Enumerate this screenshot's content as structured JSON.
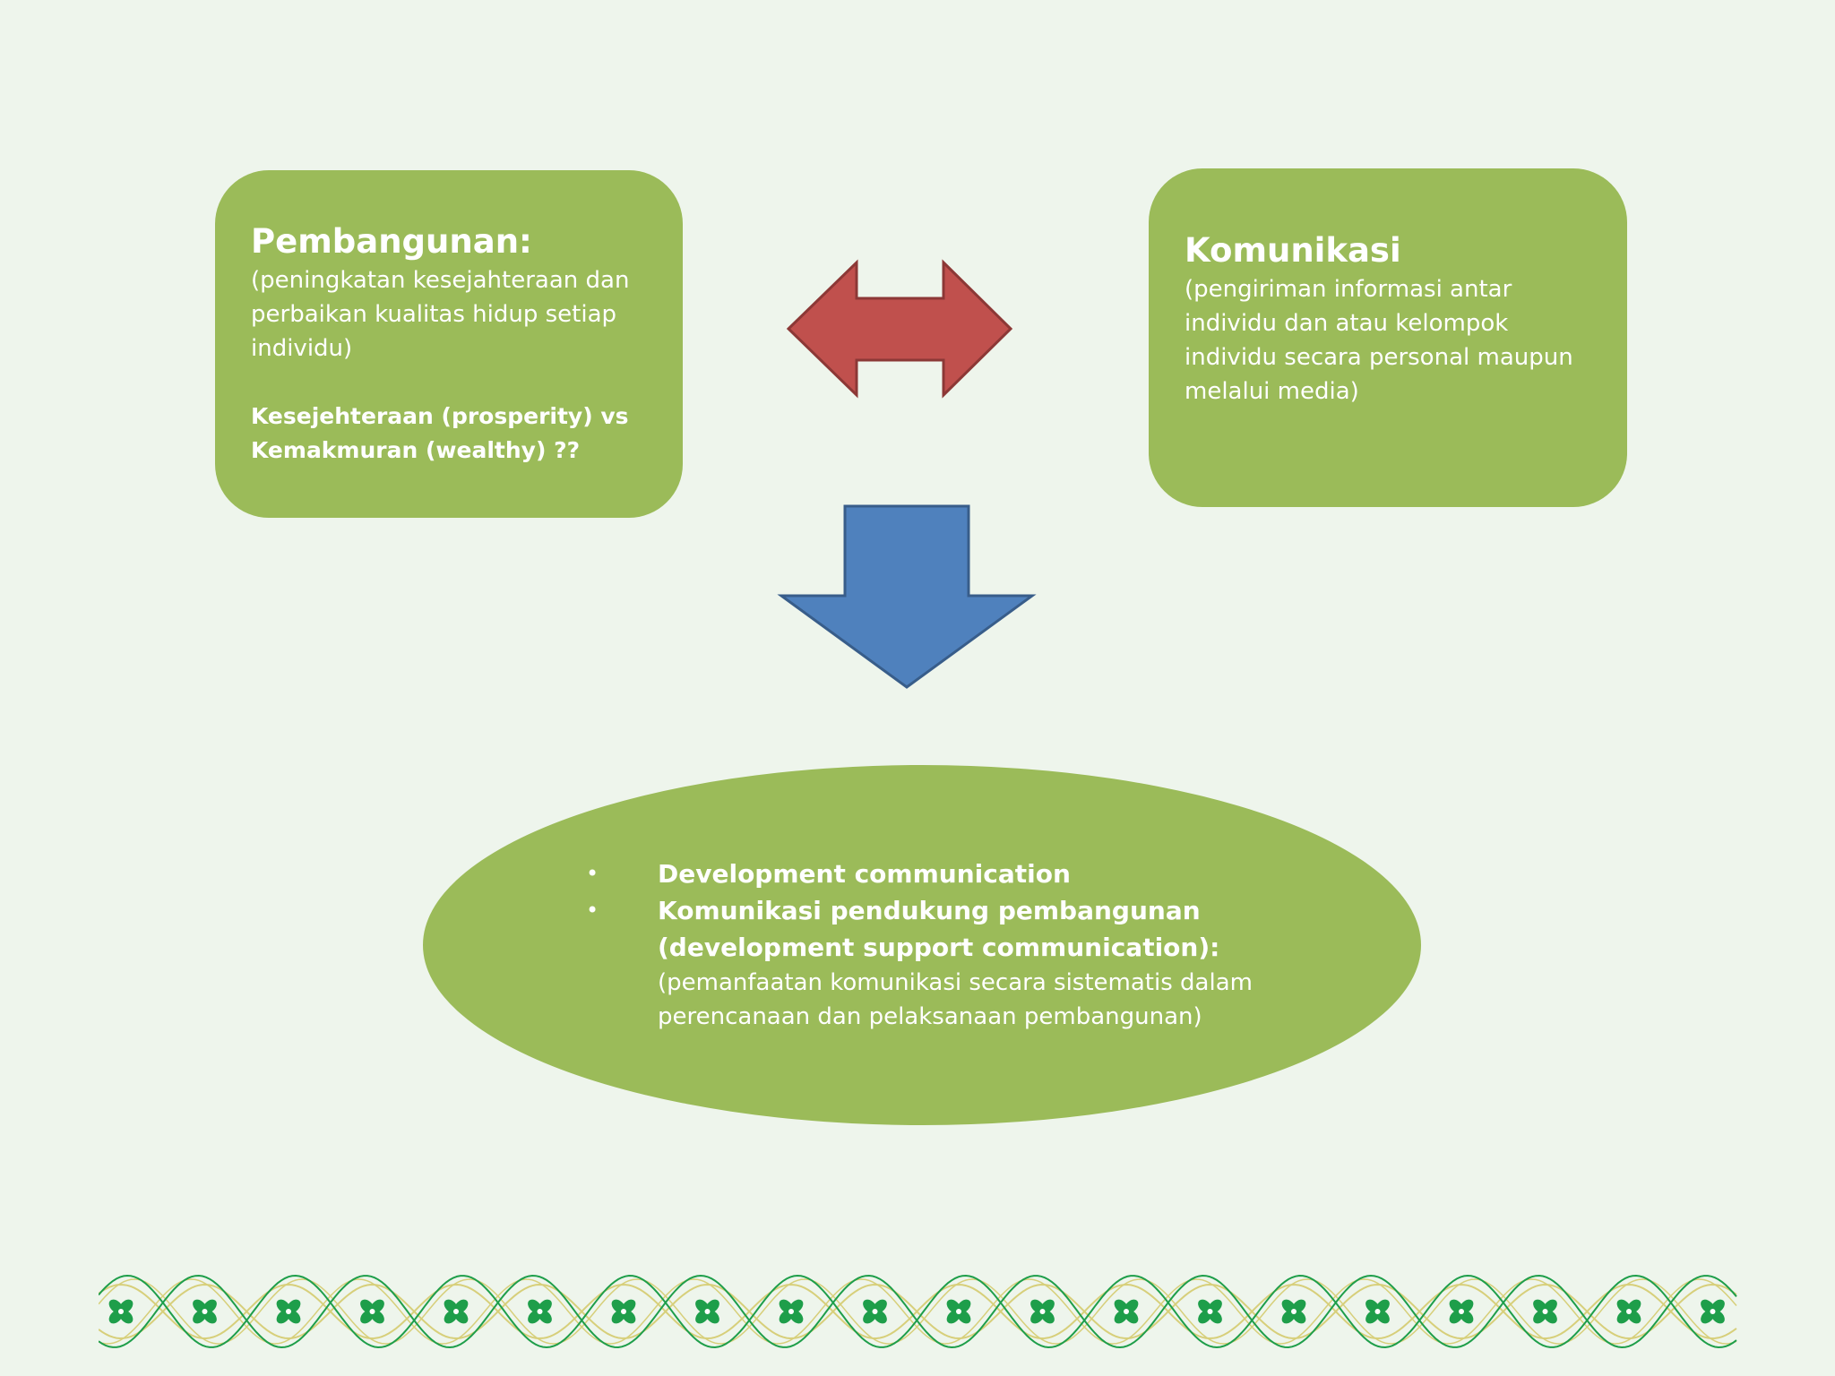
{
  "left_box": {
    "title": "Pembangunan:",
    "description": "(peningkatan kesejahteraan dan perbaikan kualitas hidup setiap individu)",
    "note_line1": "Kesejehteraan (prosperity) vs",
    "note_line2": "Kemakmuran (wealthy) ??"
  },
  "right_box": {
    "title": "Komunikasi",
    "description": "(pengiriman informasi antar individu dan atau kelompok individu secara personal maupun melalui media)"
  },
  "ellipse": {
    "bullets": [
      {
        "text": "Development communication"
      },
      {
        "text": "Komunikasi pendukung pembangunan (development support communication):",
        "sub": "(pemanfaatan komunikasi secara sistematis dalam perencanaan dan pelaksanaan pembangunan)"
      }
    ],
    "bullet_symbol": "•"
  },
  "colors": {
    "box_fill": "#9bbb59",
    "double_arrow_fill": "#c0504d",
    "down_arrow_fill": "#4f81bd",
    "background": "#eef5ec",
    "ornament_green": "#1e9e4a",
    "ornament_gold": "#d7cf7a"
  },
  "ornament": {
    "icon": "clover-icon",
    "count": 20
  }
}
